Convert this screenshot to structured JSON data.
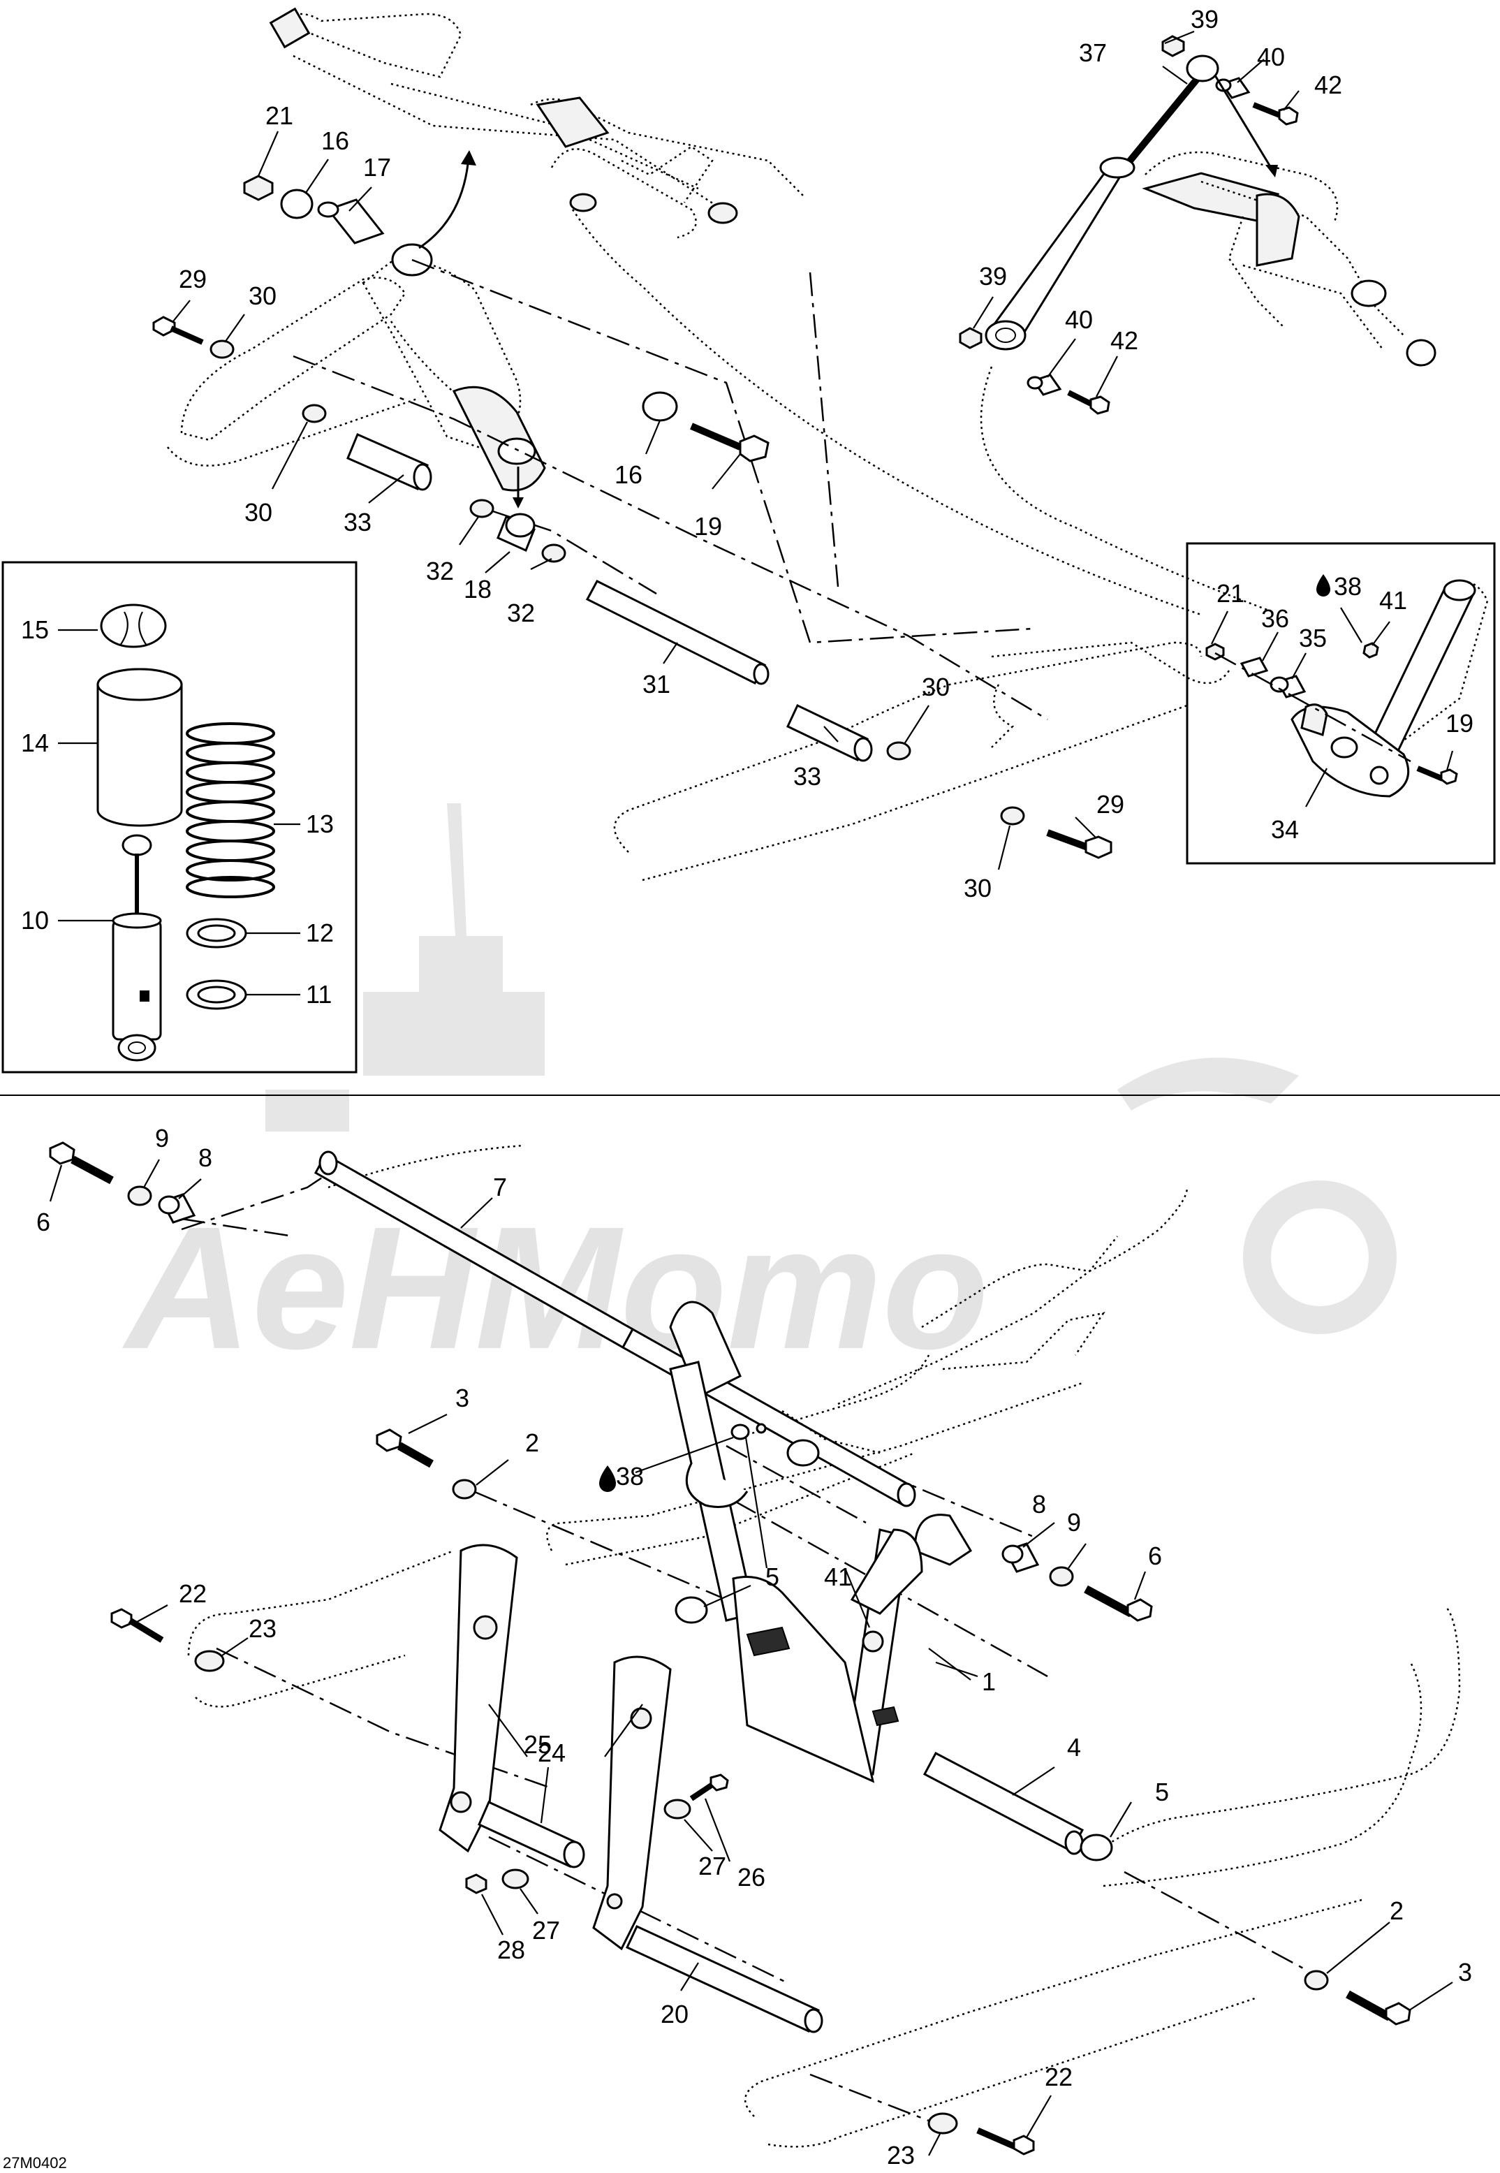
{
  "diagram_code": "27M0402",
  "watermark": "AeHMomo",
  "lubricant_symbol": "droplet-icon",
  "callouts": {
    "c1": "1",
    "c2a": "2",
    "c2b": "2",
    "c3a": "3",
    "c3b": "3",
    "c4": "4",
    "c5a": "5",
    "c5b": "5",
    "c6a": "6",
    "c6b": "6",
    "c7": "7",
    "c8a": "8",
    "c8b": "8",
    "c9a": "9",
    "c9b": "9",
    "c10": "10",
    "c11": "11",
    "c12": "12",
    "c13": "13",
    "c14": "14",
    "c15": "15",
    "c16a": "16",
    "c16b": "16",
    "c17": "17",
    "c18": "18",
    "c19a": "19",
    "c19b": "19",
    "c20": "20",
    "c21a": "21",
    "c21b": "21",
    "c22a": "22",
    "c22b": "22",
    "c23a": "23",
    "c23b": "23",
    "c24": "24",
    "c25": "25",
    "c26": "26",
    "c27a": "27",
    "c27b": "27",
    "c28": "28",
    "c29a": "29",
    "c29b": "29",
    "c30a": "30",
    "c30b": "30",
    "c30c": "30",
    "c30d": "30",
    "c31": "31",
    "c32a": "32",
    "c32b": "32",
    "c33a": "33",
    "c33b": "33",
    "c34": "34",
    "c35": "35",
    "c36": "36",
    "c37": "37",
    "c38a": "38",
    "c38b": "38",
    "c39a": "39",
    "c39b": "39",
    "c40a": "40",
    "c40b": "40",
    "c41a": "41",
    "c41b": "41",
    "c42a": "42",
    "c42b": "42"
  }
}
